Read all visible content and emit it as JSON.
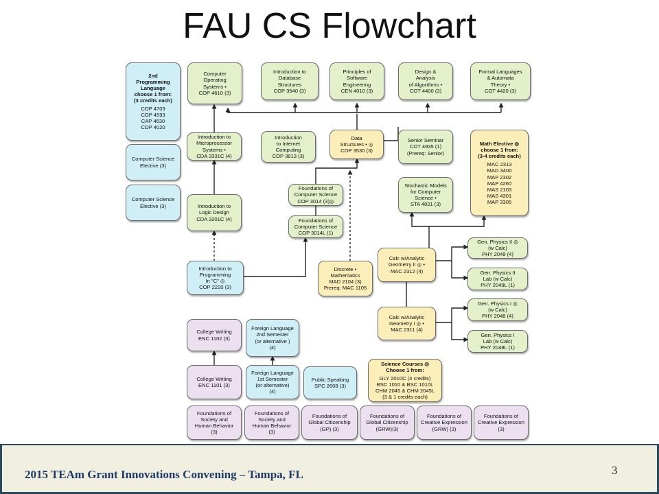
{
  "title": "FAU CS Flowchart",
  "footer": {
    "text": "2015 TEAm Grant Innovations Convening – Tampa, FL",
    "page": "3"
  },
  "boxes": {
    "lang": {
      "head": "2nd\nProgramming\nLanguage\nchoose 1 from:\n(3 credits each)",
      "items": [
        "COP 4703",
        "COP 4593",
        "CAP 4630",
        "COP 4020"
      ]
    },
    "cs_elective_1": "Computer Science\nElective (3)",
    "cs_elective_2": "Computer Science\nElective (3)",
    "os": "Computer\nOperating\nSystems •\nCOP 4610 (3)",
    "db": "Introduction to\nDatabase\nStructures\nCOP 3540 (3)",
    "se": "Principles of\nSoftware\nEngineering\nCEN 4010 (3)",
    "algo": "Design &\nAnalysis\nof Algorithms •\nCOT 4400 (3)",
    "formal": "Formal Languages\n& Automata\nTheory •\nCOT 4420 (3)",
    "micro": "Introduction to\nMicroprocessor\nSystems •\nCDA 3331C (4)",
    "internet": "Introduction\nto Internet\nComputing\nCOP 3813 (3)",
    "ds": "Data\nStructures • ◎\nCOP 3530 (3)",
    "seminar": "Senior Seminar\nCOT 4935 (1)\n(Prereq: Senior)",
    "math_elective": {
      "head": "Math Elective ◎\nchoose 1 from:\n(3-4 credits each)",
      "items": [
        "MAC 2313",
        "MAD 3400",
        "MAP 2302",
        "MAP 4260",
        "MAS 2103",
        "MAS 4301",
        "MAP 3305"
      ]
    },
    "found_cs": "Foundations of\nComputer Science\nCOP 3014 (3)◎",
    "found_cs_lab": "Foundations of\nComputer Science\nCOP 3014L (1)",
    "stoch": "Stochastic Models\nfor Computer\nScience •\nSTA 4821 (3)",
    "logic": "Introduction to\nLogic Design\nCDA 3201C (4)",
    "calc2": "Calc w/Analytic\nGeometry II ◎ •\nMAC 2312 (4)",
    "phys2": "Gen. Physics II ◎\n(w Calc)\nPHY 2049 (4)",
    "phys2_lab": "Gen. Physics II\nLab (w Calc)\nPHY 2049L (1)",
    "prog": "Introduction to\nProgramming\nIn \"C\" ◎\nCOP 2220 (3)",
    "discrete": "Discrete •\nMathematics\nMAD 2104 (3)\nPrereq: MAC 1105",
    "phys1": "Gen. Physics I ◎\n(w Calc)\nPHY 2048 (4)",
    "calc1": "Calc w/Analytic\nGeometry I ◎ •\nMAC 2311 (4)",
    "phys1_lab": "Gen. Physics I\nLab (w Calc)\nPHY 2048L (1)",
    "writing2": "College Writing\nENC 1102 (3)",
    "lang2": "Foreign Language\n2nd Semester\n(or alternative )\n(4)",
    "science": {
      "head": "Science Courses ◎\nChoose 1 from:",
      "items": [
        "GLY 2010C (4 credits)",
        "BSC 1010 & BSC 1010L",
        "CHM 2045 & CHM 2045L",
        "(3 & 1 credits each)"
      ]
    },
    "writing1": "College Writing\nENC 1101 (3)",
    "lang1": "Foreign Language\n1st Semester\n(or alternative)\n(4)",
    "speaking": "Public Speaking\nSPC 2608 (3)",
    "f1": "Foundations of\nSociety and\nHuman Behavior\n(3)",
    "f2": "Foundations of\nSociety and\nHuman Behavior\n(3)",
    "f3": "Foundations of\nGlobal Citizenship\n(GP) (3)",
    "f4": "Foundations of\nGlobal Citizenship\n(GRW)(3)",
    "f5": "Foundations of\nCreative Expression\n(GRW) (3)",
    "f6": "Foundations of\nCreative Expression\n(3)"
  }
}
